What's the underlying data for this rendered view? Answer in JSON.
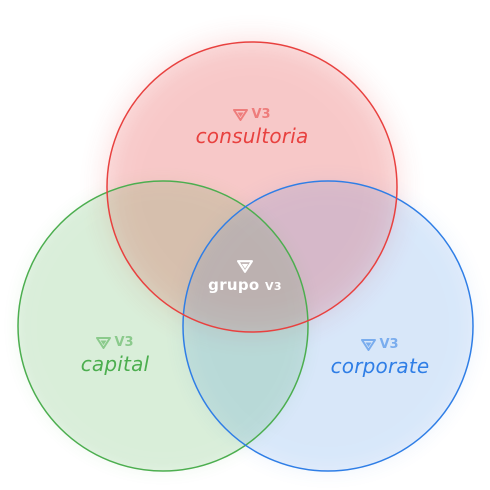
{
  "colors": {
    "consultoria": "#e8413f",
    "capital": "#4cae4f",
    "corporate": "#2f7ee6",
    "center": "#ffffff"
  },
  "circles": {
    "consultoria": {
      "brand": "V3",
      "name": "consultoria",
      "icon": "v3-logo-icon"
    },
    "capital": {
      "brand": "V3",
      "name": "capital",
      "icon": "v3-logo-icon"
    },
    "corporate": {
      "brand": "V3",
      "name": "corporate",
      "icon": "v3-logo-icon"
    }
  },
  "center": {
    "name": "grupo",
    "suffix": "V3",
    "icon": "v3-logo-icon"
  }
}
